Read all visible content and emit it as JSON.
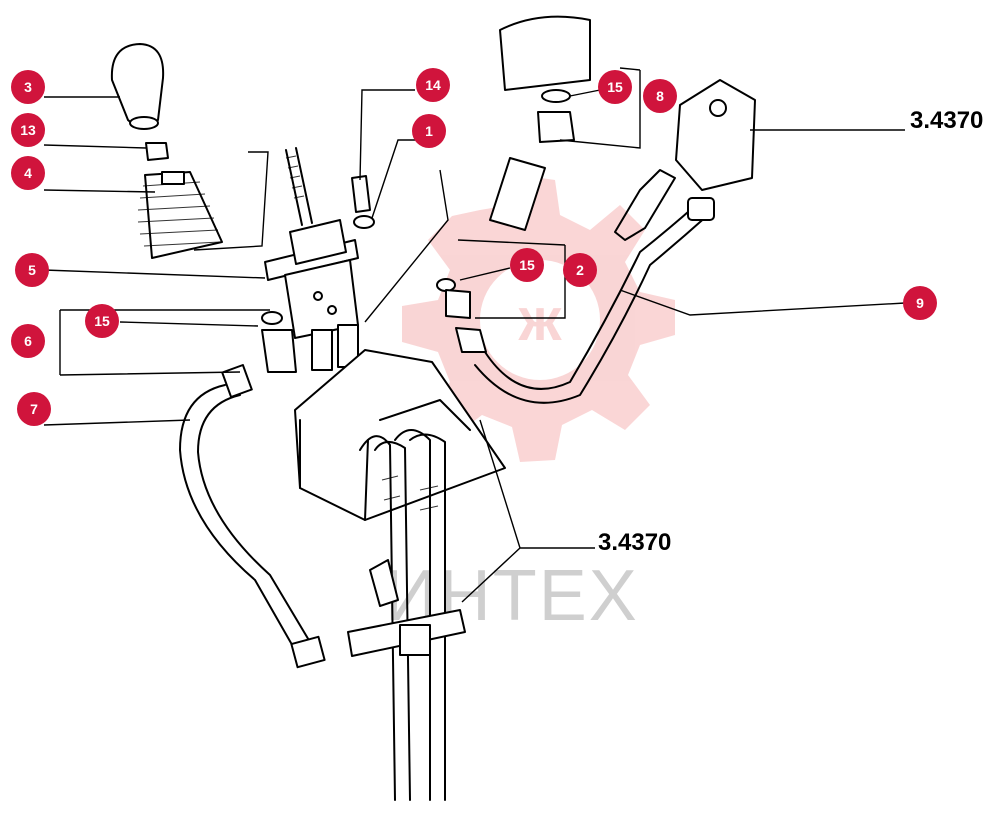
{
  "diagram": {
    "callouts": [
      "1",
      "2",
      "3",
      "4",
      "5",
      "6",
      "7",
      "8",
      "9",
      "13",
      "14",
      "15",
      "15",
      "15"
    ],
    "reference_labels": [
      "3.4370",
      "3.4370"
    ],
    "watermark_text": "ИНТЕХ",
    "callout_color": "#d0143c",
    "watermark_color": "#f3b0b0"
  }
}
